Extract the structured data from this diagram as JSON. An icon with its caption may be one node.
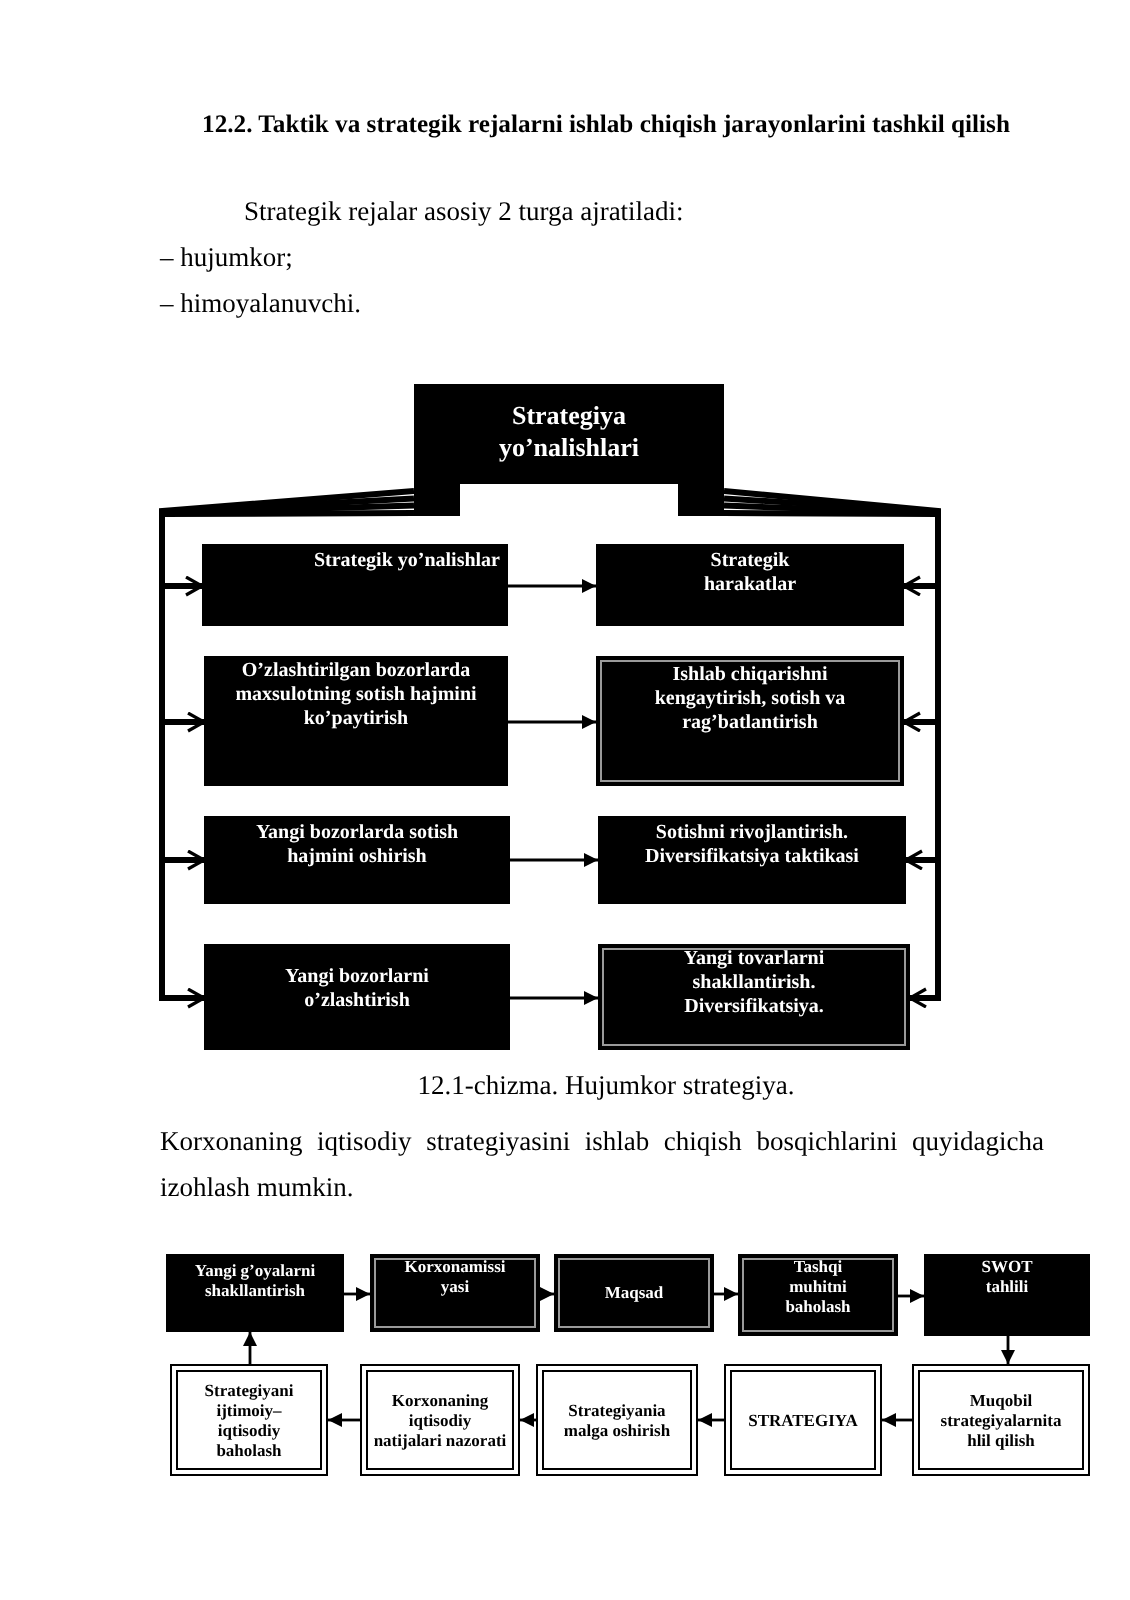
{
  "diagram": {
    "title": "12.2. Taktik va strategik rejalarni ishlab chiqish jarayonlarini tashkil qilish",
    "caption": "12.1-chizma. Hujumkor strategiya.",
    "nodes": [
      {
        "text": [
          "Strategiya yo’nalishlari"
        ]
      },
      {
        "text": [
          "Strategik yo’nalishlar"
        ]
      },
      {
        "text": [
          "Strategik harakatlar"
        ]
      },
      {
        "text": [
          "O’zlashtirilgan bozorlarda maxsulotning sotish hajmini ko’paytirish"
        ]
      },
      {
        "text": [
          "Ishlab chiqarishni kengaytirish, sotish va rag’batlantirish"
        ]
      },
      {
        "text": [
          "Yangi bozorlarda sotish hajmini oshirish"
        ]
      },
      {
        "text": [
          "Sotishni rivojlantirish. Diversifikatsiya taktikasi"
        ]
      },
      {
        "text": [
          "Yangi bozorlarni o’zlashtirish"
        ]
      },
      {
        "text": [
          "Yangi tovarlarni shakllantirish. Diversifikatsiya."
        ]
      },
      {
        "text": [
          "Yangi g’oyalarni shakllantirish"
        ]
      },
      {
        "text": [
          "Korxonamissi yasi"
        ]
      },
      {
        "text": [
          "Maqsad"
        ]
      },
      {
        "text": [
          "Tashqi muhitni baholash"
        ]
      },
      {
        "text": [
          "SWOT tahlili"
        ]
      },
      {
        "text": [
          "Strategiyani ijtimoiy– iqtisodiy baholash"
        ]
      },
      {
        "text": [
          "Korxonaning iqtisodiy natijalari nazorati"
        ]
      },
      {
        "text": [
          "Strategiyania malga oshirish"
        ]
      },
      {
        "text": [
          "STRATEGIYA"
        ]
      },
      {
        "text": [
          "Muqobil strategiyalarnita hlil qilish"
        ]
      }
    ],
    "edges": [
      {
        "from": 0,
        "to": 1,
        "arrow": "to",
        "style": "thick"
      },
      {
        "from": 0,
        "to": 3,
        "arrow": "to",
        "style": "thick"
      },
      {
        "from": 0,
        "to": 5,
        "arrow": "to",
        "style": "thick"
      },
      {
        "from": 0,
        "to": 7,
        "arrow": "to",
        "style": "thick"
      },
      {
        "from": 0,
        "to": 2,
        "arrow": "to",
        "style": "thick"
      },
      {
        "from": 0,
        "to": 4,
        "arrow": "to",
        "style": "thick"
      },
      {
        "from": 0,
        "to": 6,
        "arrow": "to",
        "style": "thick"
      },
      {
        "from": 0,
        "to": 8,
        "arrow": "to",
        "style": "thick"
      },
      {
        "from": 1,
        "to": 2,
        "arrow": "to"
      },
      {
        "from": 3,
        "to": 4,
        "arrow": "to"
      },
      {
        "from": 5,
        "to": 6,
        "arrow": "to"
      },
      {
        "from": 7,
        "to": 8,
        "arrow": "to"
      },
      {
        "from": 9,
        "to": 10,
        "arrow": "to"
      },
      {
        "from": 10,
        "to": 11,
        "arrow": "to"
      },
      {
        "from": 11,
        "to": 12,
        "arrow": "to"
      },
      {
        "from": 12,
        "to": 13,
        "arrow": "to"
      },
      {
        "from": 13,
        "to": 18,
        "arrow": "to"
      },
      {
        "from": 18,
        "to": 17,
        "arrow": "to"
      },
      {
        "from": 17,
        "to": 16,
        "arrow": "to"
      },
      {
        "from": 16,
        "to": 15,
        "arrow": "to"
      },
      {
        "from": 15,
        "to": 14,
        "arrow": "to"
      },
      {
        "from": 14,
        "to": 9,
        "arrow": "to"
      }
    ],
    "labels": [
      "Strategik rejalar asosiy 2 turga ajratiladi:",
      "– hujumkor;",
      "– himoyalanuvchi.",
      "Korxonaning iqtisodiy strategiyasini ishlab chiqish bosqichlarini quyidagicha izohlash mumkin."
    ]
  }
}
